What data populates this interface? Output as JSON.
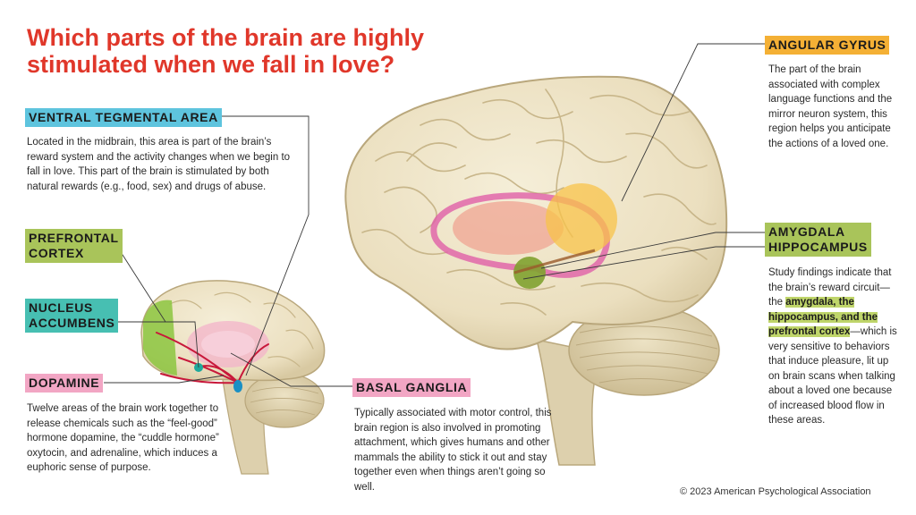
{
  "title": "Which parts of the brain are highly stimulated when we fall in love?",
  "regions": {
    "vta": {
      "label": "VENTRAL TEGMENTAL AREA",
      "description": "Located in the midbrain, this area is part of the brain’s reward system and the activity changes when we begin to fall in love. This part of the brain is stimulated by both natural rewards (e.g., food, sex) and drugs of abuse."
    },
    "prefrontal": {
      "label_line1": "PREFRONTAL",
      "label_line2": "CORTEX"
    },
    "nucleus": {
      "label_line1": "NUCLEUS",
      "label_line2": "ACCUMBENS"
    },
    "dopamine": {
      "label": "DOPAMINE",
      "description": "Twelve areas of the brain work together to release chemicals such as the “feel-good” hormone dopamine, the “cuddle hormone” oxytocin, and adrenaline, which induces a euphoric sense of purpose."
    },
    "basal": {
      "label": "BASAL GANGLIA",
      "description": "Typically associated with motor control, this brain region is also involved in promoting attachment, which gives humans and other mammals the ability to stick it out and stay together even when things aren’t going so well."
    },
    "angular": {
      "label": "ANGULAR GYRUS",
      "description": "The part of the brain associated with complex language functions and the mirror neuron system, this region helps you anticipate the actions of a loved one."
    },
    "amygdala": {
      "label_line1": "AMYGDALA",
      "label_line2": "HIPPOCAMPUS"
    },
    "study": {
      "part1": "Study findings indicate that the brain’s reward circuit—the ",
      "highlight": "amygdala, the hippocampus, and the prefrontal cortex",
      "part2": "—which is very sensitive to behaviors that induce pleasure, lit up on brain scans when talking about a loved one because of increased blood flow in these areas."
    }
  },
  "copyright": "© 2023 American Psychological Association",
  "colors": {
    "title": "#e0372a",
    "tag_blue": "#5ec4de",
    "tag_green": "#a9c45a",
    "tag_teal": "#47bfb2",
    "tag_pink": "#f2a6c4",
    "tag_orange": "#f4b035",
    "brain": "#efe6cc"
  }
}
